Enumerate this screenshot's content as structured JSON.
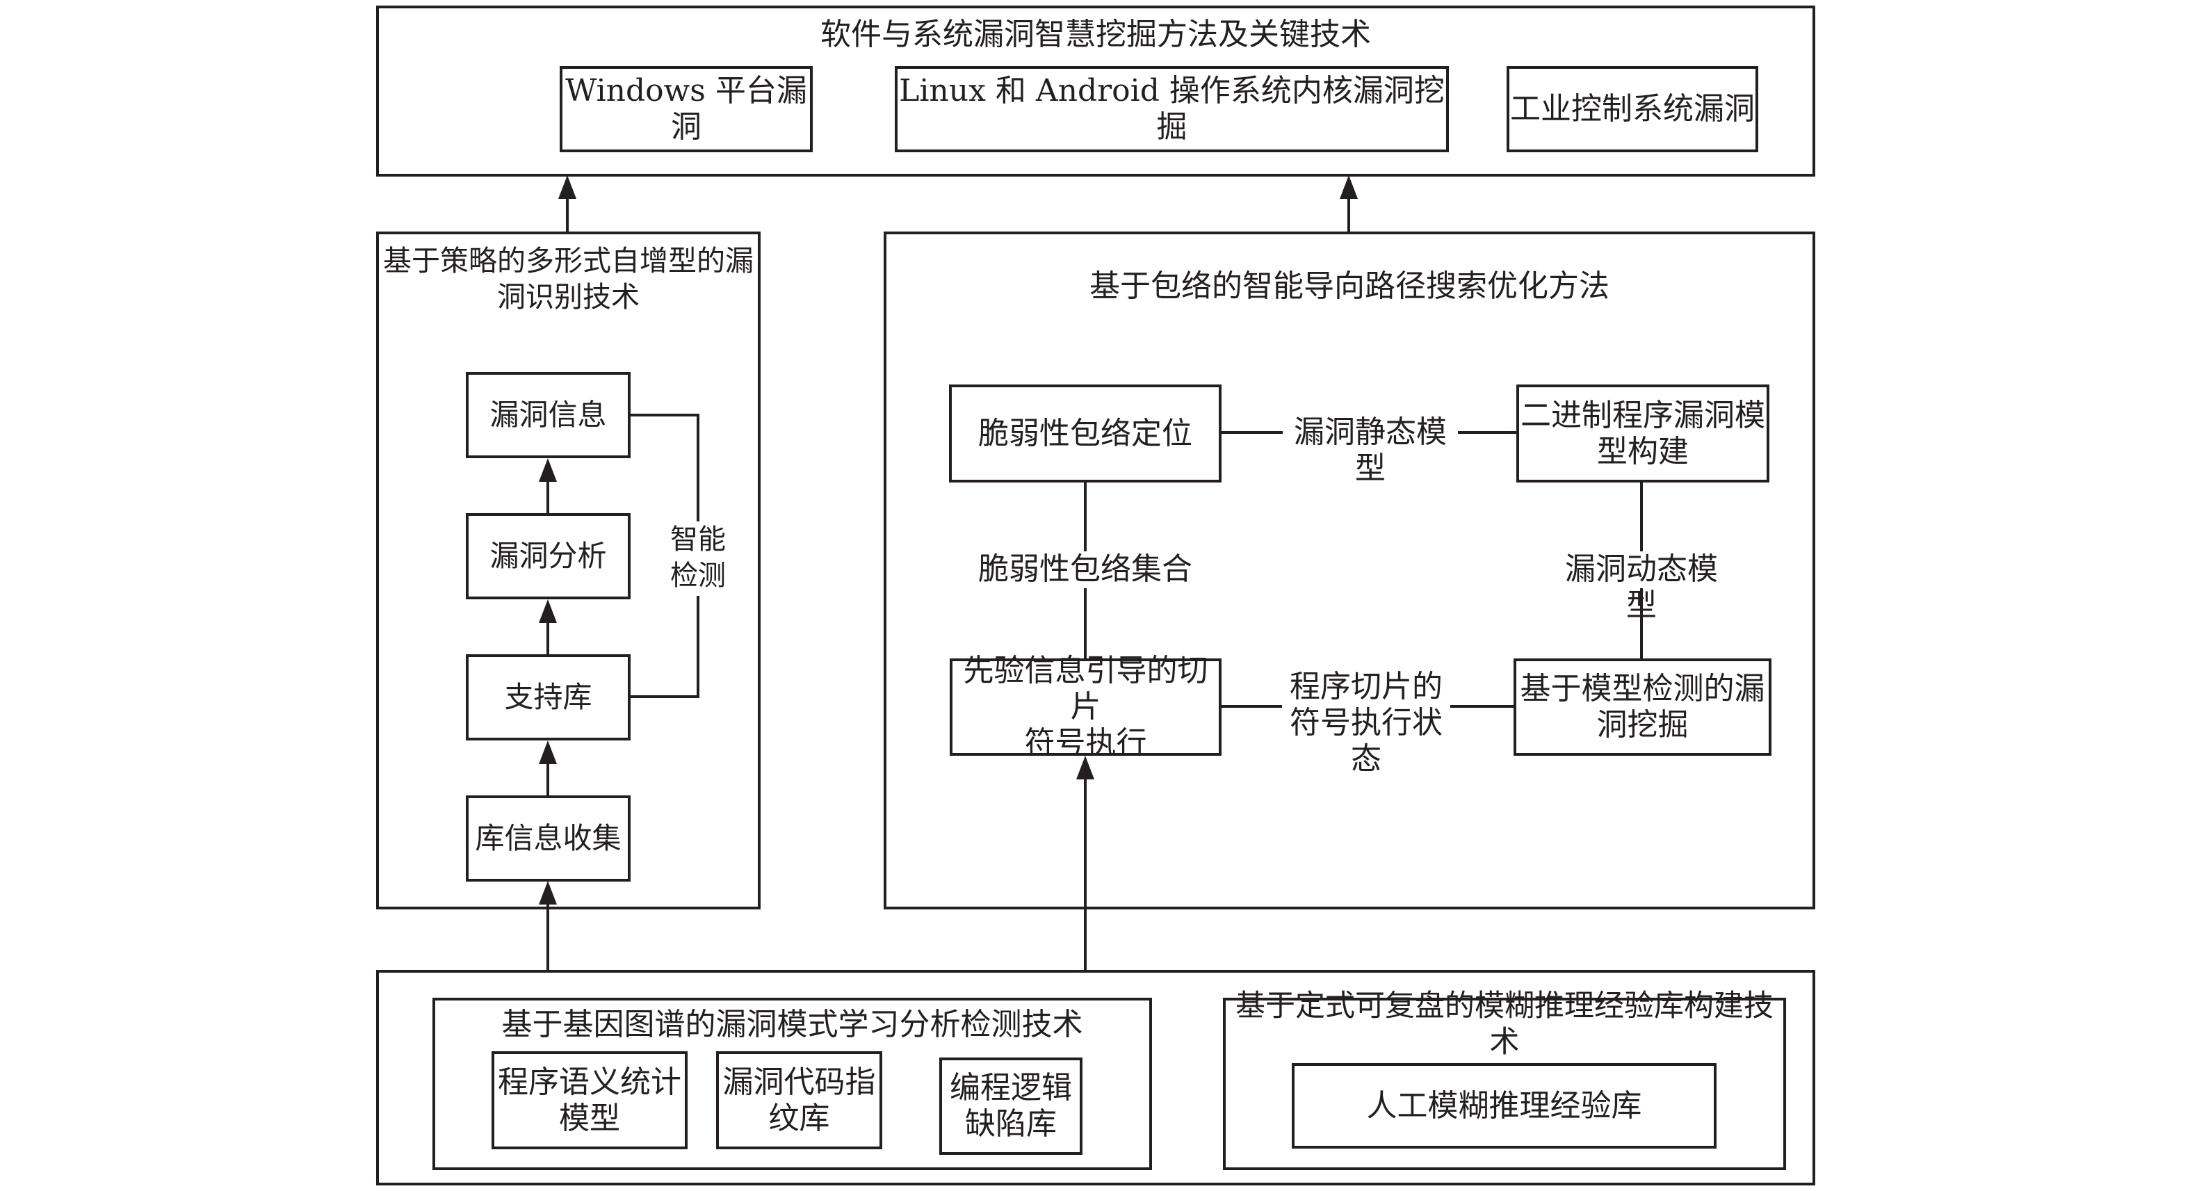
{
  "diagram_title": "软件与系统漏洞智慧挖掘方法及关键技术",
  "top": {
    "title": "软件与系统漏洞智慧挖掘方法及关键技术",
    "targets": [
      "Windows 平台漏洞",
      "Linux 和 Android 操作系统内核漏洞挖掘",
      "工业控制系统漏洞"
    ]
  },
  "left_section": {
    "title": "基于策略的多形式自增型的漏\n洞识别技术",
    "steps": [
      "漏洞信息",
      "漏洞分析",
      "支持库",
      "库信息收集"
    ],
    "loop_label": "智能\n检测"
  },
  "right_section": {
    "title": "基于包络的智能导向路径搜索优化方法",
    "nodes": {
      "top_left": "脆弱性包络定位",
      "top_right": "二进制程序漏洞模\n型构建",
      "bottom_left": "先验信息引导的切片\n符号执行",
      "bottom_right": "基于模型检测的漏\n洞挖掘"
    },
    "edges": {
      "top": "漏洞静态模型",
      "left": "脆弱性包络集合",
      "right": "漏洞动态模型",
      "bottom": "程序切片的\n符号执行状态"
    }
  },
  "bottom_section": {
    "genome": {
      "title": "基于基因图谱的漏洞模式学习分析检测技术",
      "items": [
        "程序语义统计\n模型",
        "漏洞代码指\n纹库",
        "编程逻辑\n缺陷库"
      ]
    },
    "fuzzy": {
      "title": "基于定式可复盘的模糊推理经验库构建技术",
      "items": [
        "人工模糊推理经验库"
      ]
    }
  }
}
